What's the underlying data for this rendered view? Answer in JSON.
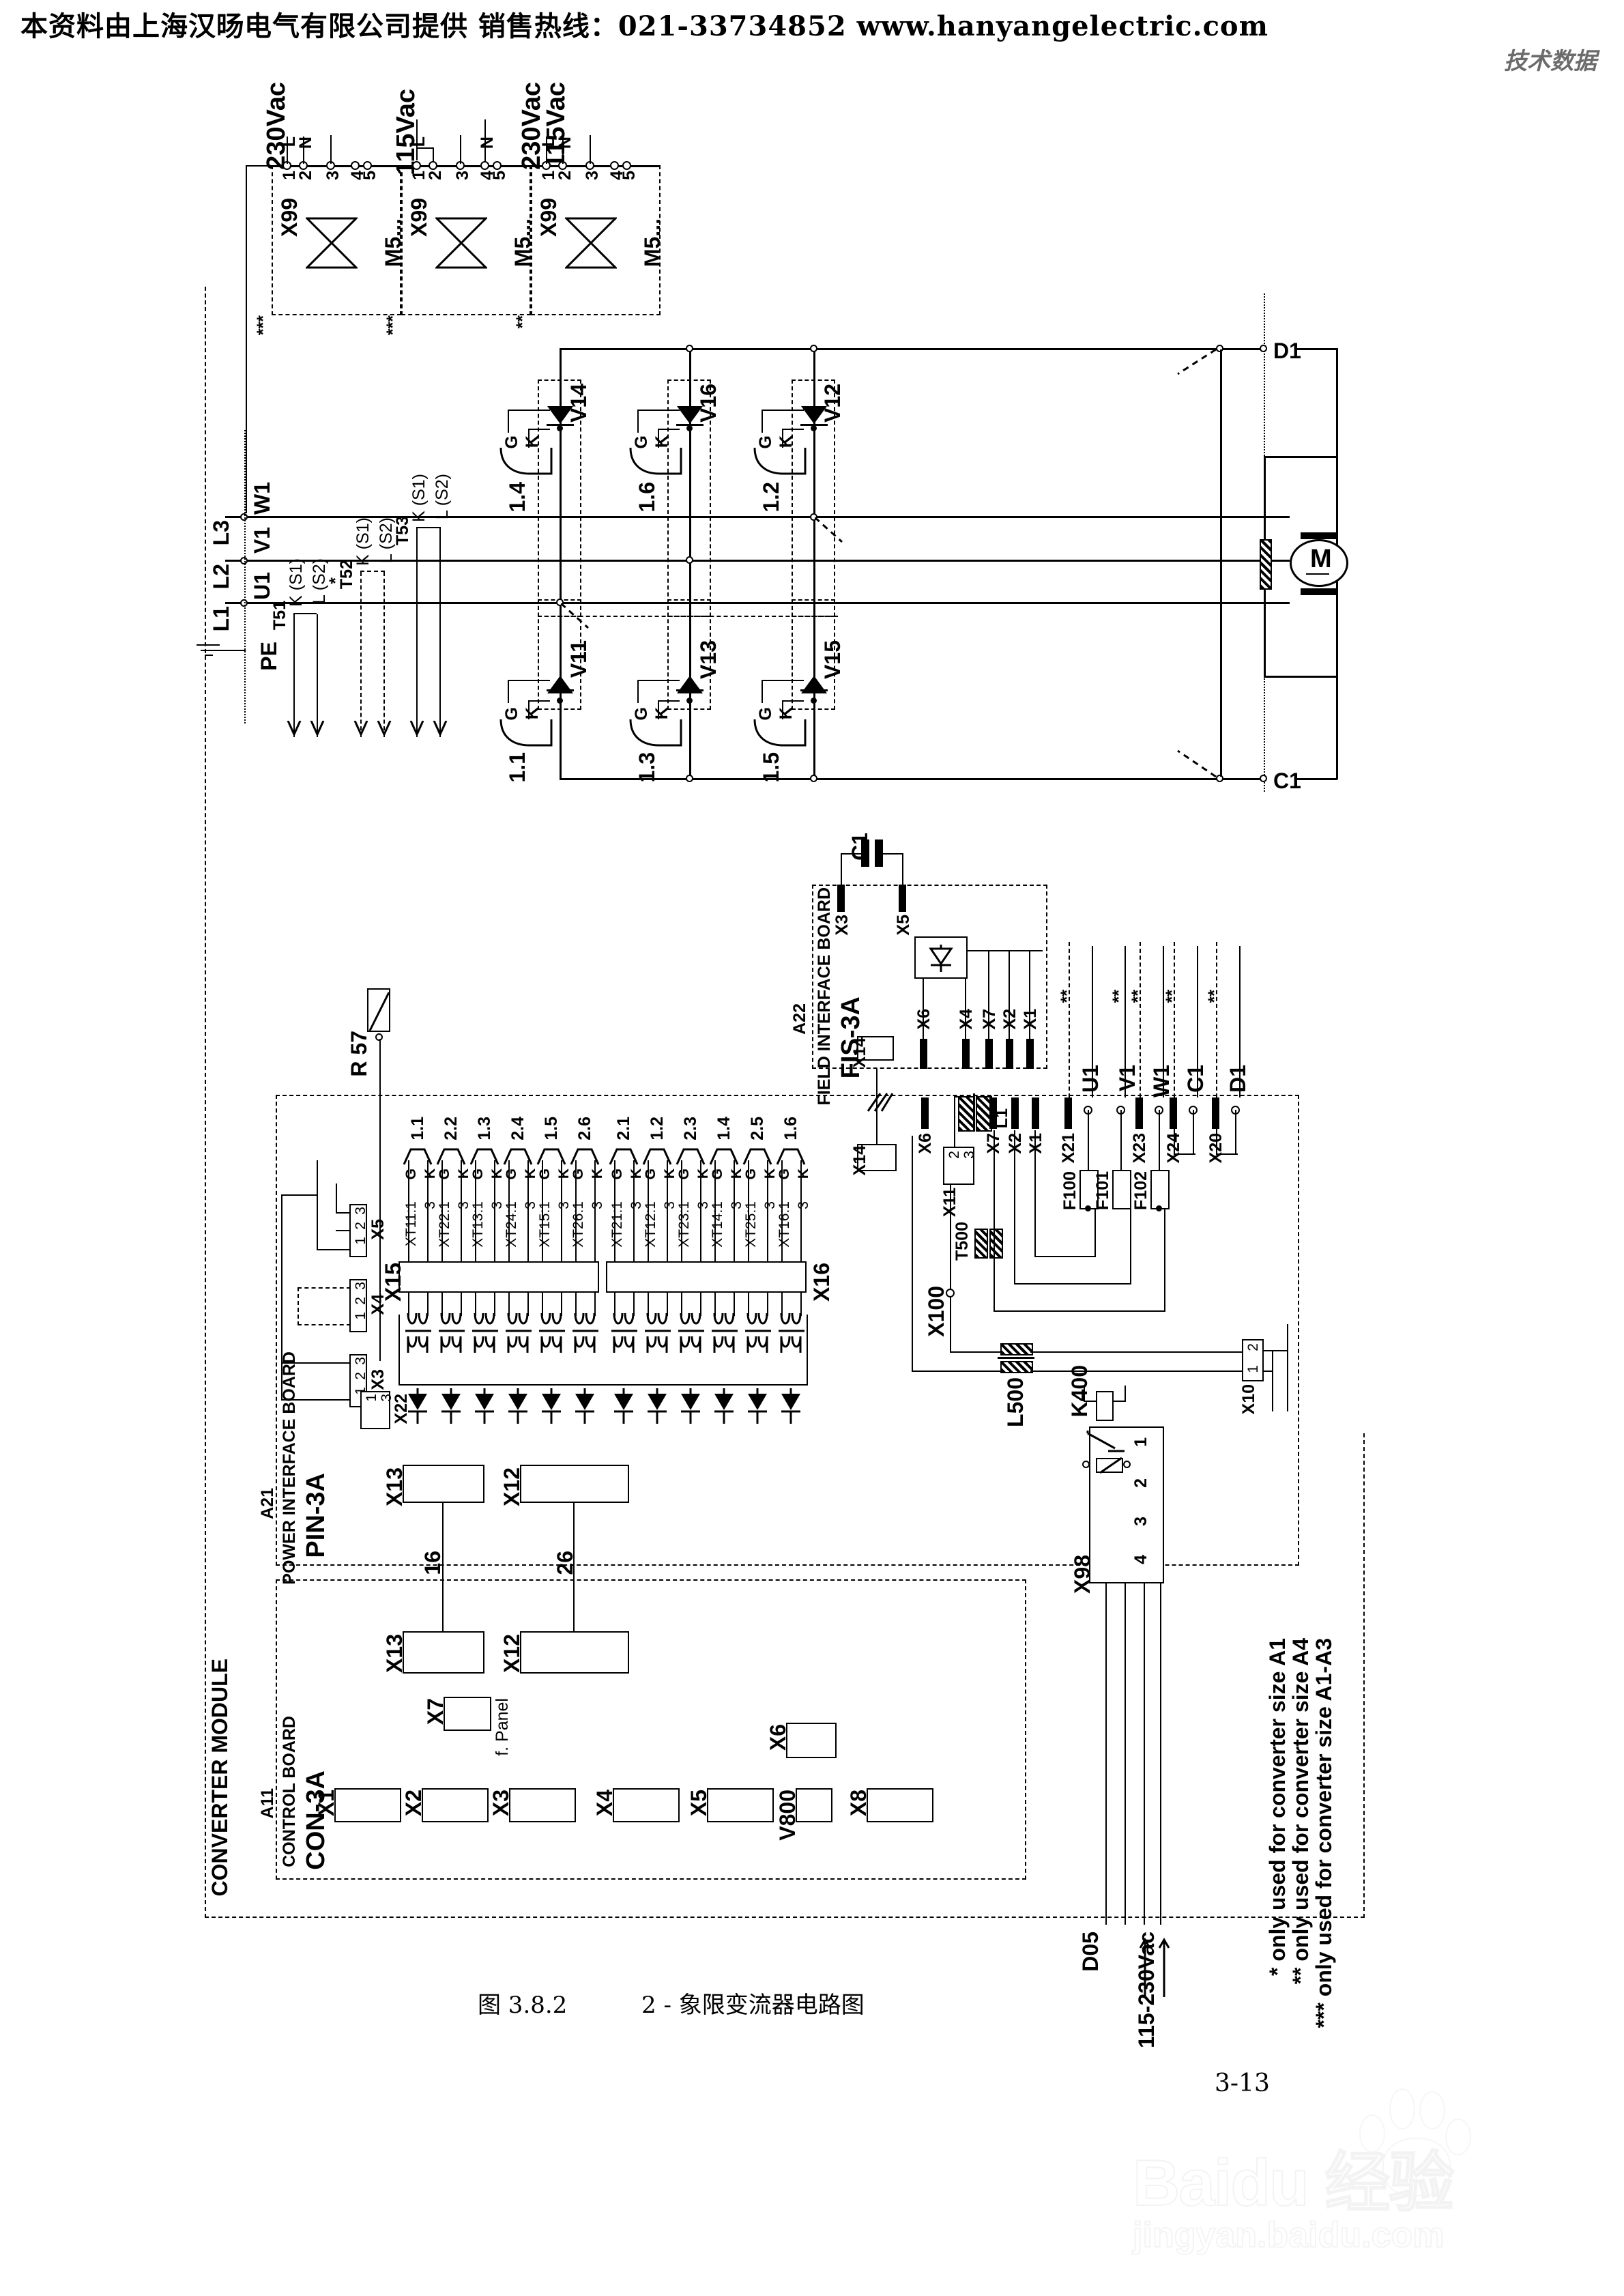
{
  "header": {
    "banner": "本资料由上海汉旸电气有限公司提供  销售热线：021-33734852   www.hanyangelectric.com",
    "tech_label": "技术数据"
  },
  "footer": {
    "figure_caption_number": "图 3.8.2",
    "figure_caption_text": "2 - 象限变流器电路图",
    "page_number": "3-13"
  },
  "watermark": {
    "brand": "Baidu 经验",
    "url": "jingyan.baidu.com"
  },
  "fan_supply_modules": [
    {
      "connector": "X99",
      "device": "M5...",
      "voltages": [
        "230Vac"
      ],
      "pins": [
        "1",
        "2",
        "3",
        "4",
        "5"
      ],
      "pin_labels": [
        "L",
        "N",
        "",
        "",
        " "
      ],
      "footnote": "***"
    },
    {
      "connector": "X99",
      "device": "M5...",
      "voltages": [
        "115Vac"
      ],
      "pins": [
        "1",
        "2",
        "3",
        "4",
        "5"
      ],
      "pin_labels": [
        "L",
        "",
        "",
        "N",
        ""
      ],
      "footnote": "***"
    },
    {
      "connector": "X99",
      "device": "M5...",
      "voltages": [
        "230Vac",
        "115Vac"
      ],
      "pins": [
        "1",
        "2",
        "3",
        "4",
        "5"
      ],
      "pin_labels": [
        "L",
        "N",
        "",
        "",
        " "
      ],
      "footnote": "**"
    }
  ],
  "mains": {
    "phase_labels": [
      "L1",
      "L2",
      "L3"
    ],
    "terminal_labels": [
      "U1",
      "V1",
      "W1"
    ],
    "pe_label": "PE",
    "current_transformers": [
      {
        "name": "T51",
        "k": "K (S1)",
        "l": "L (S2)",
        "footnote": ""
      },
      {
        "name": "T52",
        "k": "K (S1)",
        "l": "L (S2)",
        "footnote": "*"
      },
      {
        "name": "T53",
        "k": "K (S1)",
        "l": "L (S2)",
        "footnote": ""
      }
    ]
  },
  "bridge": {
    "upper_thyristors": [
      {
        "name": "V14",
        "gate": "G",
        "cathode": "K",
        "ref": "1.4"
      },
      {
        "name": "V16",
        "gate": "G",
        "cathode": "K",
        "ref": "1.6"
      },
      {
        "name": "V12",
        "gate": "G",
        "cathode": "K",
        "ref": "1.2"
      }
    ],
    "lower_thyristors": [
      {
        "name": "V11",
        "gate": "G",
        "cathode": "K",
        "ref": "1.1"
      },
      {
        "name": "V13",
        "gate": "G",
        "cathode": "K",
        "ref": "1.3"
      },
      {
        "name": "V15",
        "gate": "G",
        "cathode": "K",
        "ref": "1.5"
      }
    ],
    "dc_rails": {
      "positive": "D1",
      "negative": "C1"
    }
  },
  "motor": {
    "symbol": "M",
    "terminal_positive": "D1",
    "terminal_negative": "C1"
  },
  "field_interface_board": {
    "designation": "A22",
    "title": "FIELD INTERFACE BOARD",
    "name": "FIS-3A",
    "capacitor": "C1",
    "terminals": [
      "X3",
      "X5",
      "X14",
      "X6",
      "X4",
      "X7",
      "X2",
      "X1"
    ]
  },
  "power_interface_board": {
    "designation": "A21",
    "title": "POWER INTERFACE BOARD",
    "name": "PIN-3A",
    "thermistor": "R 57",
    "left_connectors": [
      {
        "name": "X5",
        "pins": [
          "1",
          "2",
          "3"
        ]
      },
      {
        "name": "X4",
        "pins": [
          "1",
          "2",
          "3"
        ]
      },
      {
        "name": "X3",
        "pins": [
          "1",
          "2",
          "3"
        ]
      }
    ],
    "connector_x22": {
      "name": "X22",
      "pins": [
        "1",
        "3"
      ]
    },
    "gate_connector_left": "X15",
    "gate_connector_right": "X16",
    "gate_channels": [
      {
        "ref": "1.1",
        "terminal": "XT11:1",
        "g": "G",
        "k": "K",
        "pin": "3"
      },
      {
        "ref": "2.2",
        "terminal": "XT22:1",
        "g": "G",
        "k": "K",
        "pin": "3"
      },
      {
        "ref": "1.3",
        "terminal": "XT13:1",
        "g": "G",
        "k": "K",
        "pin": "3"
      },
      {
        "ref": "2.4",
        "terminal": "XT24:1",
        "g": "G",
        "k": "K",
        "pin": "3"
      },
      {
        "ref": "1.5",
        "terminal": "XT15:1",
        "g": "G",
        "k": "K",
        "pin": "3"
      },
      {
        "ref": "2.6",
        "terminal": "XT26:1",
        "g": "G",
        "k": "K",
        "pin": "3"
      },
      {
        "ref": "2.1",
        "terminal": "XT21:1",
        "g": "G",
        "k": "K",
        "pin": "3"
      },
      {
        "ref": "1.2",
        "terminal": "XT12:1",
        "g": "G",
        "k": "K",
        "pin": "3"
      },
      {
        "ref": "2.3",
        "terminal": "XT23:1",
        "g": "G",
        "k": "K",
        "pin": "3"
      },
      {
        "ref": "1.4",
        "terminal": "XT14:1",
        "g": "G",
        "k": "K",
        "pin": "3"
      },
      {
        "ref": "2.5",
        "terminal": "XT25:1",
        "g": "G",
        "k": "K",
        "pin": "3"
      },
      {
        "ref": "1.6",
        "terminal": "XT16:1",
        "g": "G",
        "k": "K",
        "pin": "3"
      }
    ],
    "board_connectors": [
      {
        "name": "X13"
      },
      {
        "name": "X12"
      }
    ],
    "right_terminals": [
      {
        "name": "X14"
      },
      {
        "name": "X6"
      },
      {
        "name": "X7"
      },
      {
        "name": "X2"
      },
      {
        "name": "X1"
      },
      {
        "name": "X21",
        "signal": "U1",
        "footnote": "**"
      },
      {
        "name": "",
        "signal": "V1",
        "footnote": "**"
      },
      {
        "name": "X23",
        "signal": "W1",
        "footnote": "**"
      },
      {
        "name": "X24",
        "signal": "C1",
        "footnote": "**"
      },
      {
        "name": "X20",
        "signal": "D1",
        "footnote": "**"
      }
    ],
    "fuses": [
      "F100",
      "F101",
      "F102"
    ],
    "inductor_l1": "L1",
    "transformer_t500": "T500",
    "connector_x11": {
      "name": "X11",
      "pins": [
        "2",
        "3"
      ]
    },
    "terminal_x100": "X100",
    "inductor_l500": "L500",
    "connector_x10": {
      "name": "X10",
      "pins": [
        "1",
        "2"
      ]
    },
    "connector_x98": {
      "name": "X98",
      "pins": [
        "1",
        "2",
        "3",
        "4"
      ]
    },
    "relay_k400": "K400"
  },
  "control_board": {
    "designation": "A11",
    "title": "CONTROL BOARD",
    "name": "CON-3A",
    "connectors": [
      "X13",
      "X12",
      "X7",
      "X1",
      "X2",
      "X3",
      "X4",
      "X5",
      "V800",
      "X8",
      "X6"
    ],
    "panel_note": "f. Panel",
    "ribbon_labels": [
      "16",
      "26"
    ]
  },
  "enclosure": {
    "label": "CONVERTER MODULE"
  },
  "bottom_signals": {
    "d05": "D05",
    "aux_supply": "115-230Vac"
  },
  "legend": [
    "*   only used for converter size A1",
    "**  only used for converter size A4",
    "*** only used for converter size A1-A3"
  ]
}
